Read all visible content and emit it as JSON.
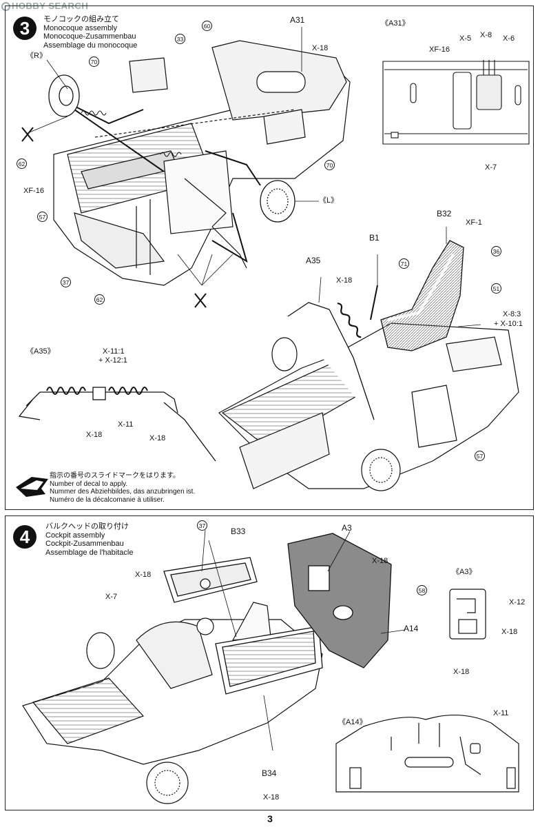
{
  "watermark": "HOBBY SEARCH",
  "step3": {
    "number": "3",
    "title_jp": "モノコックの組み立て",
    "title_en": "Monocoque assembly",
    "title_de": "Monocoque-Zusammenbau",
    "title_fr": "Assemblage du monocoque",
    "parts": {
      "a31": "A31",
      "b32": "B32",
      "b1": "B1",
      "a35": "A35",
      "r": "《R》",
      "l": "《L》"
    },
    "decals": [
      "33",
      "60",
      "70",
      "70",
      "62",
      "57",
      "37",
      "62",
      "71",
      "36",
      "51",
      "57"
    ],
    "screws": {
      "x18a": "X-18",
      "xf16": "XF-16",
      "x18b": "X-18",
      "xf1": "XF-1",
      "x83": "X-8:3",
      "x101": "+ X-10:1"
    },
    "detail_a31": {
      "title": "《A31》",
      "xf16": "XF-16",
      "x5": "X-5",
      "x8": "X-8",
      "x6": "X-6",
      "x7": "X-7"
    },
    "detail_a35": {
      "title": "《A35》",
      "x11_1": "X-11:1",
      "x12_1": "+ X-12:1",
      "x18a": "X-18",
      "x11": "X-11",
      "x18b": "X-18"
    },
    "legend": {
      "jp": "指示の番号のスライドマークをはります。",
      "en": "Number of decal to apply.",
      "de": "Nummer des Abziehbildes, das anzubringen ist.",
      "fr": "Numéro de la décalcomanie à utiliser."
    }
  },
  "step4": {
    "number": "4",
    "title_jp": "バルクヘッドの取り付け",
    "title_en": "Cockpit assembly",
    "title_de": "Cockpit-Zusammenbau",
    "title_fr": "Assemblage de l'habitacle",
    "parts": {
      "b33": "B33",
      "a3": "A3",
      "a14": "A14",
      "b34": "B34"
    },
    "decals": [
      "37",
      "58"
    ],
    "screws": {
      "x18a": "X-18",
      "x7": "X-7",
      "x18b": "X-18",
      "x18c": "X-18"
    },
    "detail_a3": {
      "title": "《A3》",
      "x12": "X-12",
      "x18": "X-18"
    },
    "detail_a14": {
      "title": "《A14》",
      "x18": "X-18",
      "x11": "X-11"
    }
  },
  "page_number": "3"
}
